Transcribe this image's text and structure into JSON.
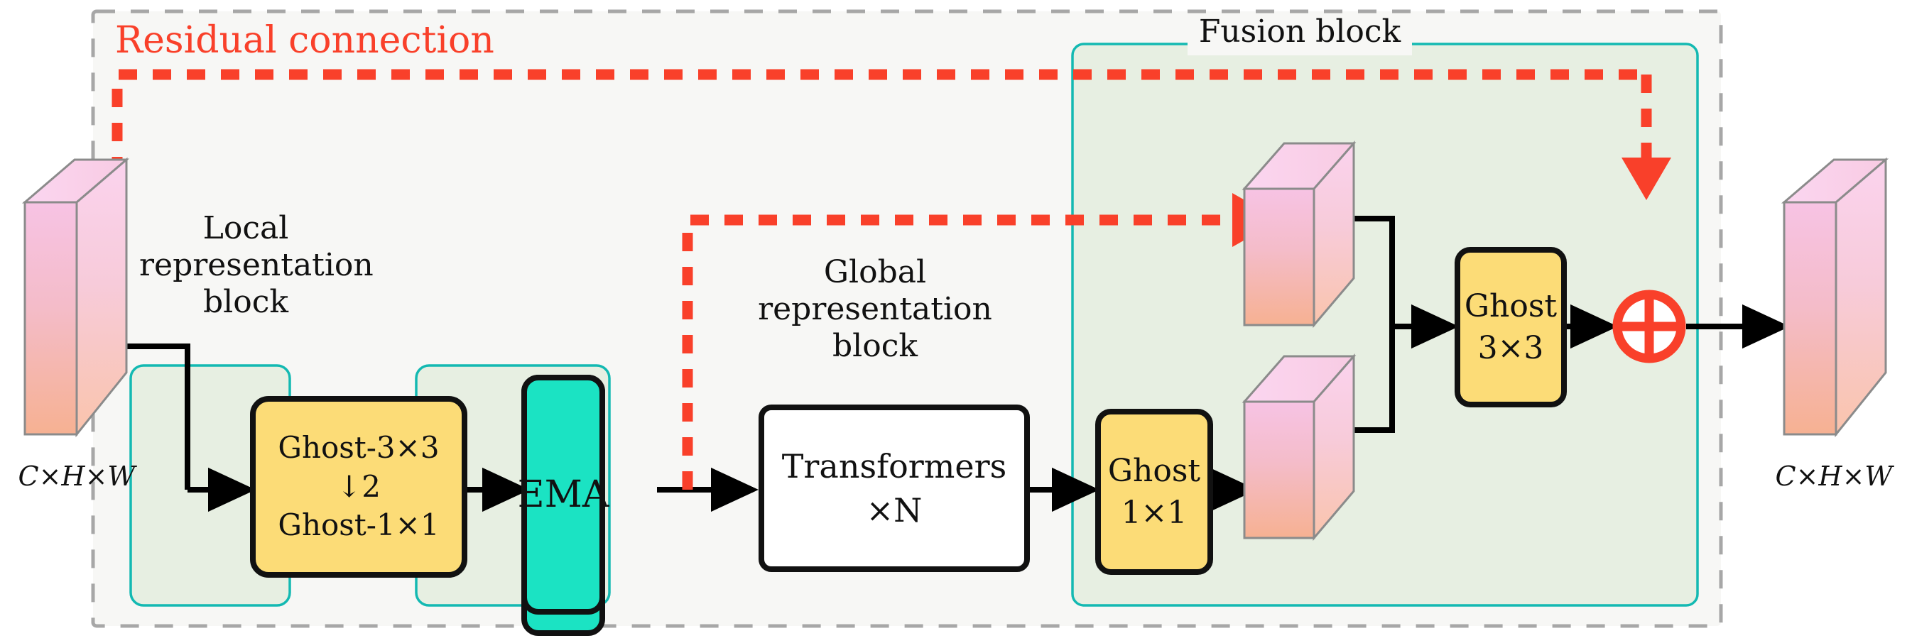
{
  "diagram": {
    "title_residual": "Residual connection",
    "outer_container_style": "dashed-gray",
    "colors": {
      "residual_red": "#F9402A",
      "block_border_teal": "#13B9B2",
      "block_fill_green": "#E7EFE2",
      "outer_fill": "#F7F7F5",
      "ghost_yellow": "#FCDC77",
      "ema_teal": "#1BE3C3",
      "transformer_white": "#FFFFFF",
      "cube_pink_top": "#F9C5E2",
      "cube_peach_bottom": "#F6B99A",
      "arrow_black": "#000000",
      "dashed_gray": "#A7A7A7"
    },
    "input": {
      "label": "C×H×W",
      "cube_name": "input-feature-cube"
    },
    "output": {
      "label": "C×H×W",
      "cube_name": "output-feature-cube"
    },
    "blocks": [
      {
        "id": "local",
        "title": "Local\nrepresentation\nblock",
        "node": {
          "id": "ghost33",
          "lines": [
            "Ghost-3×3",
            "↓2",
            "Ghost-1×1"
          ],
          "fill": "ghost_yellow"
        }
      },
      {
        "id": "ema",
        "title": "",
        "node": {
          "id": "ema",
          "lines": [
            "EMA"
          ],
          "fill": "ema_teal"
        }
      },
      {
        "id": "global",
        "title": "Global\nrepresentation block",
        "node": {
          "id": "transformers",
          "lines": [
            "Transformers",
            "×N"
          ],
          "fill": "transformer_white"
        }
      },
      {
        "id": "fusion",
        "title": "Fusion block",
        "nodes": [
          {
            "id": "ghost11",
            "lines": [
              "Ghost",
              "1×1"
            ],
            "fill": "ghost_yellow"
          },
          {
            "id": "ghost33b",
            "lines": [
              "Ghost",
              "3×3"
            ],
            "fill": "ghost_yellow"
          }
        ],
        "cubes": [
          "fusion-top-cube",
          "fusion-bottom-cube"
        ],
        "add_operator": "⊕"
      }
    ],
    "ema_label": "EMA",
    "ghost_local_line1": "Ghost-3×3",
    "ghost_local_line2": "↓2",
    "ghost_local_line3": "Ghost-1×1",
    "transformers_line1": "Transformers",
    "transformers_line2": "×N",
    "ghost11_line1": "Ghost",
    "ghost11_line2": "1×1",
    "ghost33b_line1": "Ghost",
    "ghost33b_line2": "3×3",
    "local_title_l1": "Local",
    "local_title_l2": "representation",
    "local_title_l3": "block",
    "global_title_l1": "Global",
    "global_title_l2": "representation block",
    "fusion_title": "Fusion block"
  }
}
